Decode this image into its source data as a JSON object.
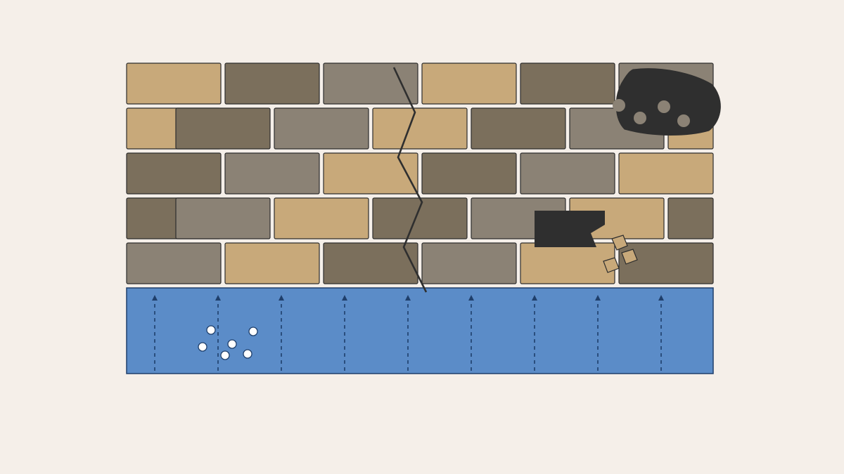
{
  "colors": {
    "background": "#f5efe9",
    "brick_tan": "#c8a97a",
    "brick_brown": "#7b6f5c",
    "brick_gray": "#8b8275",
    "mortar_outline": "#2d2d2d",
    "damage_dark": "#2f2f2f",
    "water": "#5b8cc8",
    "water_border": "#1f3f6b",
    "arrow": "#1f3f6b",
    "bubble_fill": "#ffffff",
    "spot_fill": "#8b8275"
  },
  "wall": {
    "rows": [
      [
        "tan",
        "brown",
        "gray",
        "tan",
        "brown",
        "gray"
      ],
      [
        "tan",
        "brown",
        "gray",
        "tan",
        "brown",
        "gray",
        "tan"
      ],
      [
        "brown",
        "gray",
        "tan",
        "brown",
        "gray",
        "tan"
      ],
      [
        "brown",
        "gray",
        "tan",
        "brown",
        "gray",
        "tan",
        "brown"
      ],
      [
        "gray",
        "tan",
        "brown",
        "gray",
        "tan",
        "brown"
      ]
    ]
  },
  "features": {
    "crack": "crack-line",
    "spalled_area": "spall-patch",
    "missing_chunk": "missing-brick-chunk",
    "loose_fragments": 3,
    "stain_spots": 4
  },
  "water_zone": {
    "upward_arrows": 9,
    "bubbles": 6
  }
}
